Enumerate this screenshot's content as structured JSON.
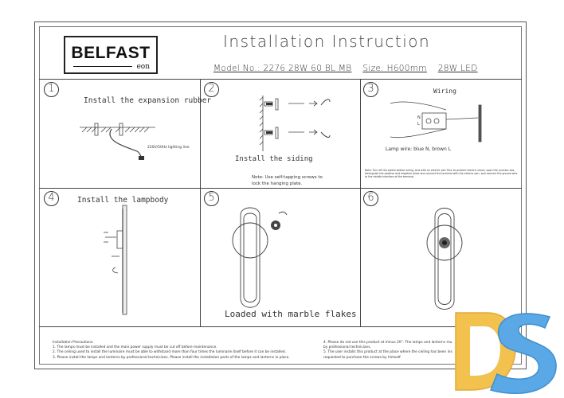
{
  "header": {
    "brand": "BELFAST",
    "brand_sub": "eon",
    "title": "Installation Instruction",
    "model": "Model No.:  2276 28W 60  BL MB",
    "size": "Size: H600mm",
    "power": "28W LED"
  },
  "steps": [
    {
      "number": "1",
      "caption": "Install the expansion rubber",
      "sub": "220V/50Hz lighting line"
    },
    {
      "number": "2",
      "caption": "Install the siding",
      "note_line1": "Note: Use self-tapping screws to",
      "note_line2": "lock the hanging plate."
    },
    {
      "number": "3",
      "caption": "Wiring",
      "sub": "Lamp wire: blue N, brown L",
      "terminal_labels": [
        "N",
        "L"
      ],
      "fine_print": "Note: Turn off the switch before wiring, test with an electric pen first, to prevent electric shock, open the junction box, distinguish the positive and negative wires and connect the terminal with the electric pen, and connect the ground wire to the middle interface of the terminal."
    },
    {
      "number": "4",
      "caption": "Install the lampbody"
    },
    {
      "number": "5",
      "caption": "Loaded with marble flakes"
    },
    {
      "number": "6",
      "caption": ""
    }
  ],
  "precautions_left": [
    "Installation Precautions:",
    "1. The lamps must be installed and the main power supply must be cut off before maintenance.",
    "2. The ceiling used to install the luminaire must be able to withstand more than four times the luminaire itself before it can be installed.",
    "3. Please install the lamps and lanterns by professional technicians. Please install the installation parts of the lamps and lanterns in place."
  ],
  "precautions_right": [
    "4. Please do not use this product at minus 20°. The lamps and lanterns mu",
    "by professional technicians.",
    "5. The user installs this product at the place where the ceiling has been ins",
    "requested to purchase the screws by himself."
  ],
  "watermark": {
    "text": "DS",
    "colors": {
      "d": "#f2c14e",
      "s": "#5aa9e6"
    }
  }
}
